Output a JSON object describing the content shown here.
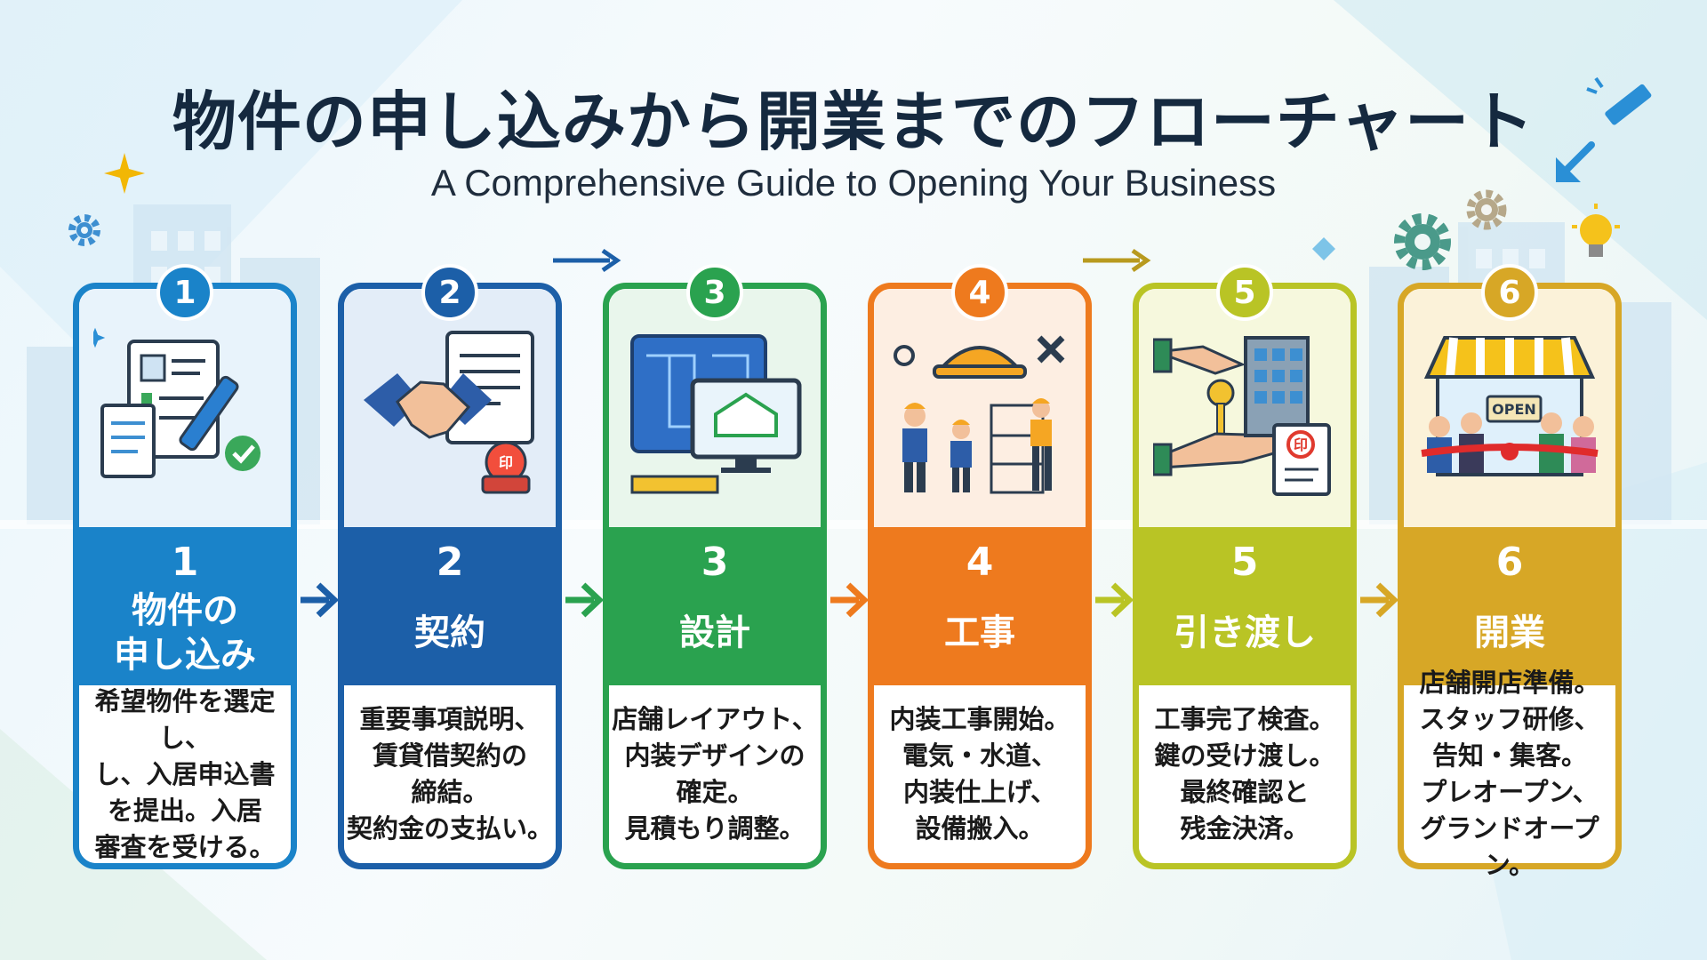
{
  "title": "物件の申し込みから開業までのフローチャート",
  "subtitle": "A Comprehensive Guide to Opening Your Business",
  "steps": [
    {
      "number": "1",
      "name": "物件の\n申し込み",
      "description": "希望物件を選定し、\nし、入居申込書\nを提出。入居\n審査を受ける。",
      "color": "#1a83c9",
      "light": "#e8f3fb",
      "icon": "application-document-icon"
    },
    {
      "number": "2",
      "name": "契約",
      "description": "重要事項説明、\n賃貸借契約の\n締結。\n契約金の支払い。",
      "color": "#1c5fa8",
      "light": "#e3edf8",
      "icon": "handshake-contract-icon"
    },
    {
      "number": "3",
      "name": "設計",
      "description": "店舗レイアウト、\n内装デザインの\n確定。\n見積もり調整。",
      "color": "#2aa24f",
      "light": "#e9f6ec",
      "icon": "blueprint-monitor-icon"
    },
    {
      "number": "4",
      "name": "工事",
      "description": "内装工事開始。\n電気・水道、\n内装仕上げ、\n設備搬入。",
      "color": "#ee7a1e",
      "light": "#fdeee2",
      "icon": "construction-workers-icon"
    },
    {
      "number": "5",
      "name": "引き渡し",
      "description": "工事完了検査。\n鍵の受け渡し。\n最終確認と\n残金決済。",
      "color": "#b9c425",
      "light": "#f6f8dd",
      "icon": "key-handover-icon"
    },
    {
      "number": "6",
      "name": "開業",
      "description": "店舗開店準備。\nスタッフ研修、\n告知・集客。\nプレオープン、\nグランドオープン。",
      "color": "#d7a726",
      "light": "#fbf2d9",
      "icon": "grand-opening-icon"
    }
  ],
  "open_sign": "OPEN",
  "seal_text": "印"
}
